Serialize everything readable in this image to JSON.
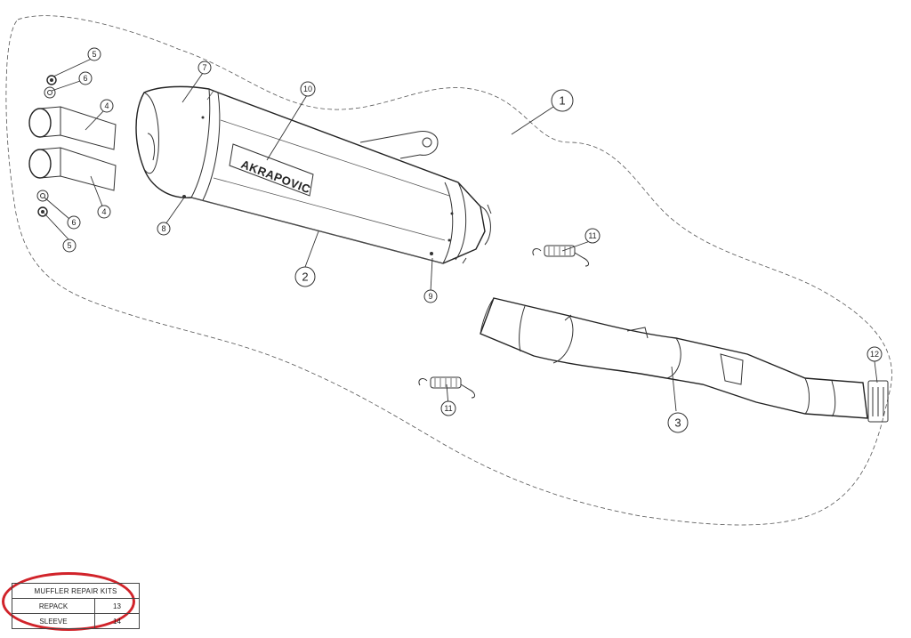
{
  "diagram": {
    "brand_text": "AKRAPOVIC",
    "callouts": {
      "c1": "1",
      "c2": "2",
      "c3": "3",
      "c4a": "4",
      "c4b": "4",
      "c5a": "5",
      "c5b": "5",
      "c6a": "6",
      "c6b": "6",
      "c7": "7",
      "c8": "8",
      "c9": "9",
      "c10": "10",
      "c11a": "11",
      "c11b": "11",
      "c12": "12"
    }
  },
  "repair_kits": {
    "title": "MUFFLER REPAIR KITS",
    "rows": [
      {
        "label": "REPACK",
        "value": "13"
      },
      {
        "label": "SLEEVE",
        "value": "14"
      }
    ],
    "highlight_color": "#d1232a"
  }
}
